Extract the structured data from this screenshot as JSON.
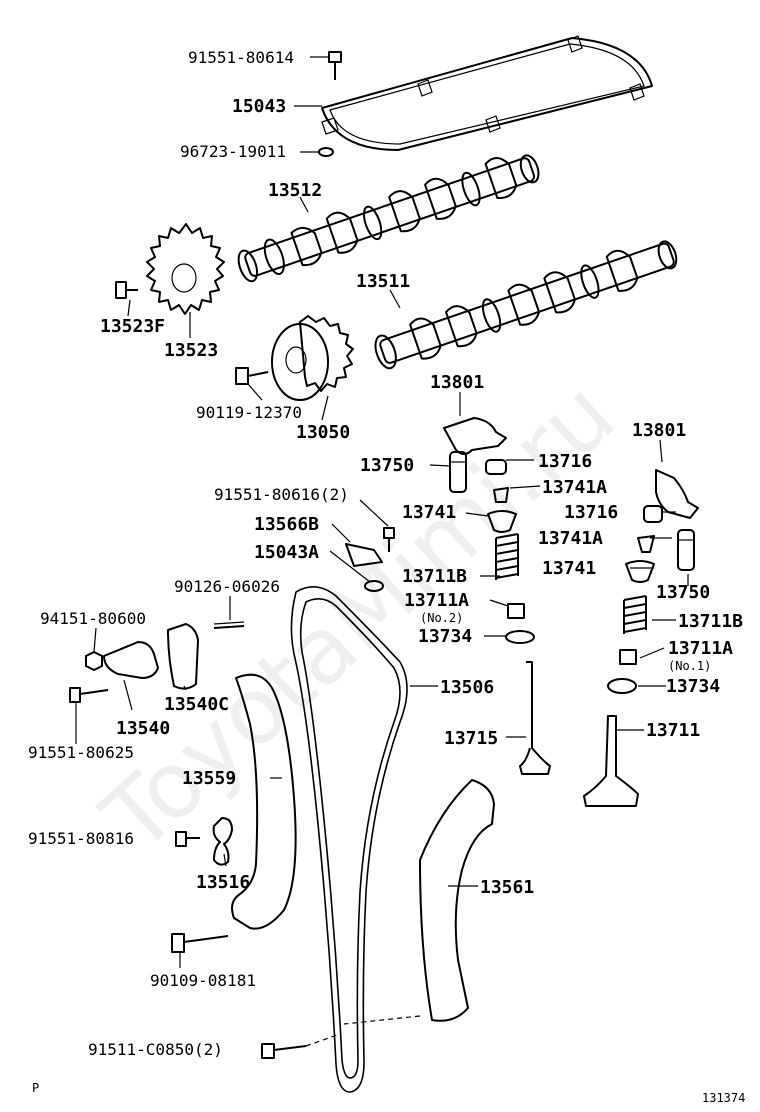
{
  "watermark": "ToyotaMimi.ru",
  "corner_left": "P",
  "corner_right": "131374",
  "labels": {
    "l_91551_80614": "91551-80614",
    "l_15043": "15043",
    "l_96723_19011": "96723-19011",
    "l_13512": "13512",
    "l_13511": "13511",
    "l_13523F": "13523F",
    "l_13523": "13523",
    "l_90119_12370": "90119-12370",
    "l_13050": "13050",
    "l_13801_a": "13801",
    "l_13801_b": "13801",
    "l_13750_a": "13750",
    "l_13750_b": "13750",
    "l_13716_a": "13716",
    "l_13716_b": "13716",
    "l_13741A_a": "13741A",
    "l_13741A_b": "13741A",
    "l_13741_a": "13741",
    "l_13741_b": "13741",
    "l_91551_80616": "91551-80616(2)",
    "l_13566B": "13566B",
    "l_15043A": "15043A",
    "l_13711B_a": "13711B",
    "l_13711B_b": "13711B",
    "l_13711A_a": "13711A",
    "l_13711A_b": "13711A",
    "l_no2": "(No.2)",
    "l_no1": "(No.1)",
    "l_13734_a": "13734",
    "l_13734_b": "13734",
    "l_90126_06026": "90126-06026",
    "l_94151_80600": "94151-80600",
    "l_13540C": "13540C",
    "l_13540": "13540",
    "l_91551_80625": "91551-80625",
    "l_13506": "13506",
    "l_13715": "13715",
    "l_13711": "13711",
    "l_13559": "13559",
    "l_91551_80816": "91551-80816",
    "l_13516": "13516",
    "l_13561": "13561",
    "l_90109_08181": "90109-08181",
    "l_91511_C0850": "91511-C0850(2)"
  }
}
